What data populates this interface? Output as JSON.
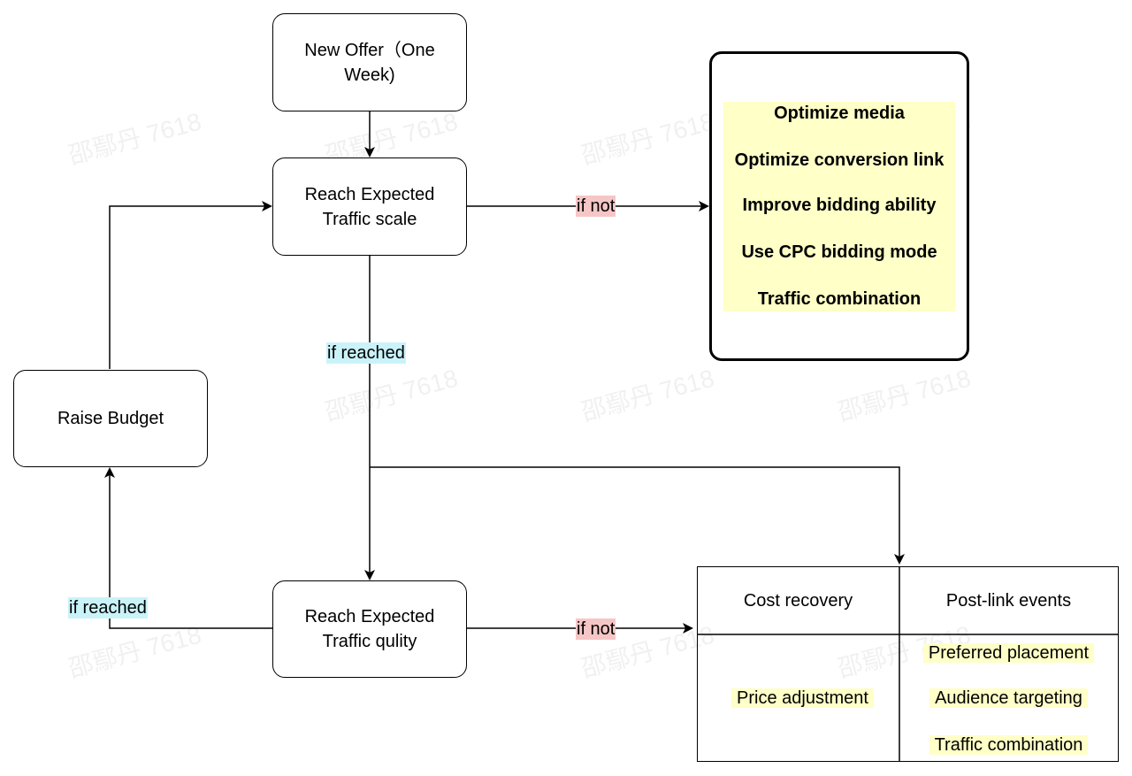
{
  "watermark": "邵鄢丹 7618",
  "nodes": {
    "new_offer": "New Offer（One\nWeek)",
    "reach_scale": "Reach Expected\nTraffic scale",
    "raise_budget": "Raise Budget",
    "reach_quality": "Reach Expected\nTraffic qulity"
  },
  "edge_labels": {
    "if_not_scale": "if not",
    "if_reached_scale": "if reached",
    "if_reached_quality": "if reached",
    "if_not_quality": "if not"
  },
  "optimize_box": {
    "items": [
      "Optimize media",
      "Optimize conversion link",
      "Improve bidding ability",
      "Use CPC bidding mode",
      "Traffic combination"
    ]
  },
  "table": {
    "headers": [
      "Cost recovery",
      "Post-link events"
    ],
    "cost_recovery_items": [
      "Price adjustment"
    ],
    "post_link_items": [
      "Preferred placement",
      "Audience targeting",
      "Traffic combination"
    ]
  },
  "colors": {
    "line": "#000000",
    "highlight_yellow": "#ffffc8",
    "label_cyan": "#c9f3f9",
    "label_pink": "#f6c6c6"
  }
}
